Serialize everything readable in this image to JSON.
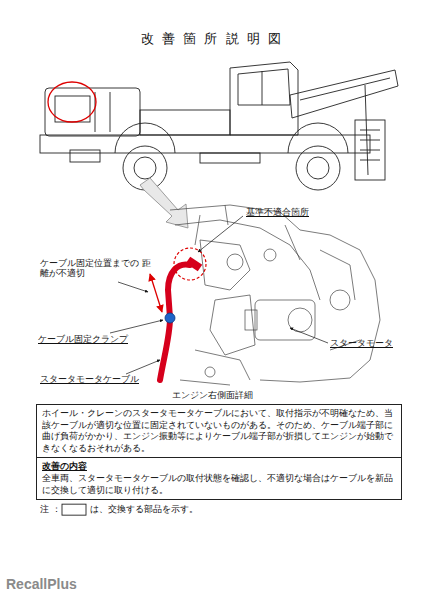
{
  "diagram": {
    "title": "改 善 箇 所 説 明 図",
    "nodes": [
      {
        "text": [
          "ホイール・クレーンのスタータモータケーブルにおいて、取付指示が不明確なため、当該ケーブルが適切な位置に固定されていないものがある。そのため、ケーブル端子部に曲げ負荷がかかり、エンジン振動等によりケーブル端子部が折損してエンジンが始動できなくなるおそれがある。"
        ]
      },
      {
        "text": [
          "改善の内容",
          "全車両、スタータモータケーブルの取付状態を確認し、不適切な場合はケーブルを新品に交換して適切に取り付ける。"
        ]
      }
    ],
    "labels": [
      "基準不適合箇所",
      "ケーブル固定位置までの 距離が不適切",
      "ケーブル固定クランプ",
      "スタータモータ",
      "スタータモータケーブル",
      "エンジン右側面詳細",
      "注 ：",
      "は、交換する部品を示す。",
      "RecallPlus"
    ]
  }
}
